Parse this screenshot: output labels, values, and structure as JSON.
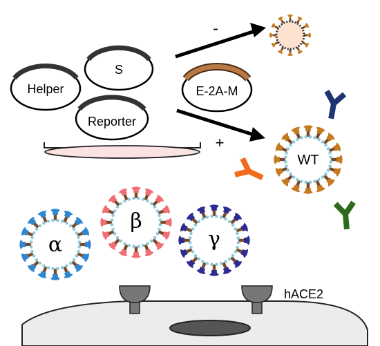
{
  "plasmids": {
    "helper": "Helper",
    "s": "S",
    "reporter": "Reporter",
    "e2am": "E-2A-M"
  },
  "signs": {
    "minus": "-",
    "plus": "+"
  },
  "particles": {
    "wt": "WT",
    "alpha": "α",
    "beta": "β",
    "gamma": "γ"
  },
  "receptor": "hACE2",
  "colors": {
    "wt_spike": "#c47a1f",
    "alpha_spike": "#2f86d1",
    "beta_spike": "#f06e73",
    "gamma_spike": "#2d2b8f",
    "membrane_dot": "#8fc9d8",
    "stalk": "#7a4a28",
    "capsule_fill": "#fde3cf",
    "antibody_navy": "#1d3470",
    "antibody_orange": "#f26c1d",
    "antibody_green": "#2d6a1c",
    "e2am_band": "#b77a47",
    "dish_fill": "#fbe3e3",
    "cell_fill": "#ececec",
    "receptor_fill": "#777777"
  }
}
